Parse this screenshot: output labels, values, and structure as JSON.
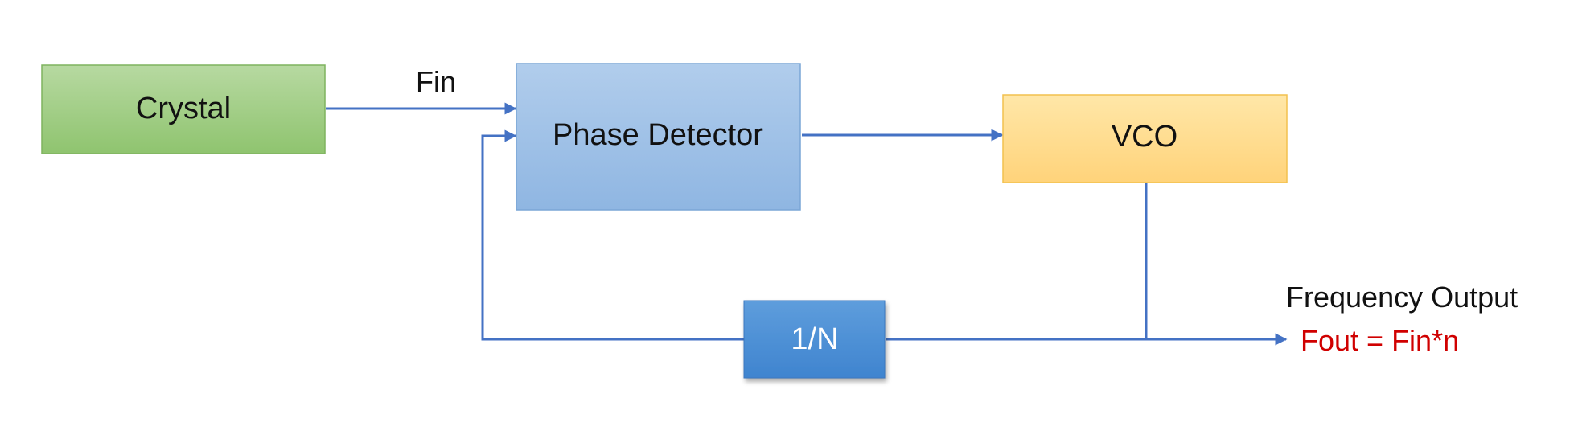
{
  "blocks": {
    "crystal": {
      "label": "Crystal"
    },
    "phase_detector": {
      "label": "Phase Detector"
    },
    "vco": {
      "label": "VCO"
    },
    "divider": {
      "label": "1/N"
    }
  },
  "signals": {
    "input": "Fin",
    "output_title": "Frequency Output",
    "output_formula": "Fout = Fin*n"
  },
  "colors": {
    "wire": "#4472c4",
    "crystal_fill": "#a9d08e",
    "phase_detector_fill": "#9dc3e6",
    "vco_fill": "#ffd966",
    "divider_fill": "#5b9bd5",
    "formula_text": "#d00000"
  }
}
